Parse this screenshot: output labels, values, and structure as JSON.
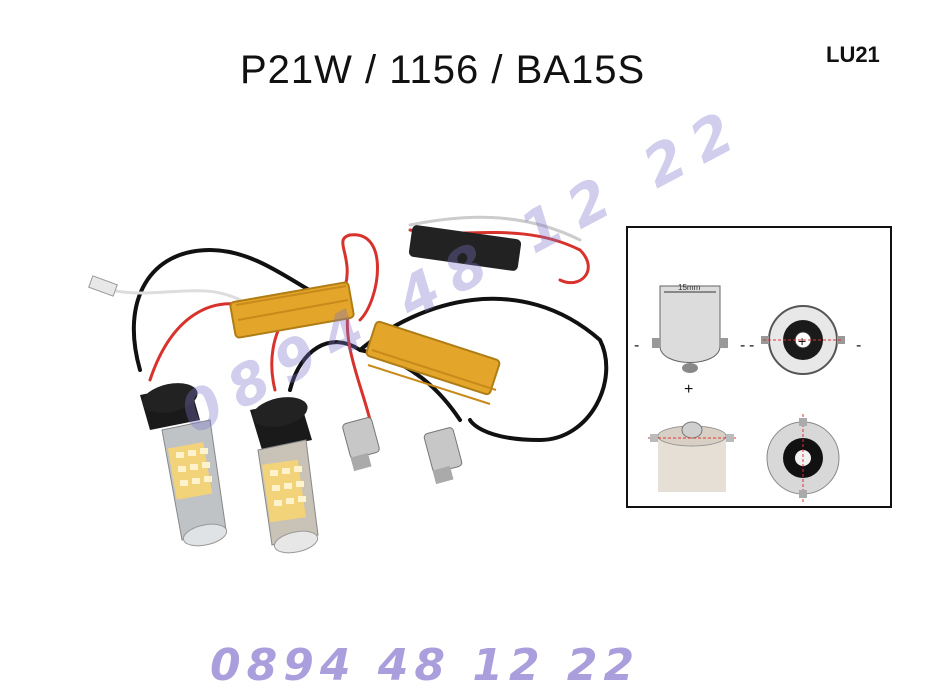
{
  "header": {
    "title": "P21W / 1156 / BA15S",
    "code": "LU21"
  },
  "footer": {
    "phone": "0894 48 12 22"
  },
  "watermark": {
    "text": "0894 48 12 22"
  },
  "diagram": {
    "dimension_label": "15mm",
    "minus_left": "-",
    "minus_middle_left": "-",
    "minus_middle_right": "-",
    "minus_right": "-",
    "plus_bottom": "+",
    "plus_center": "+"
  },
  "colors": {
    "wire_red": "#d8322c",
    "wire_black": "#111111",
    "resistor_gold": "#e3a52a",
    "watermark": "#7b74c9"
  }
}
